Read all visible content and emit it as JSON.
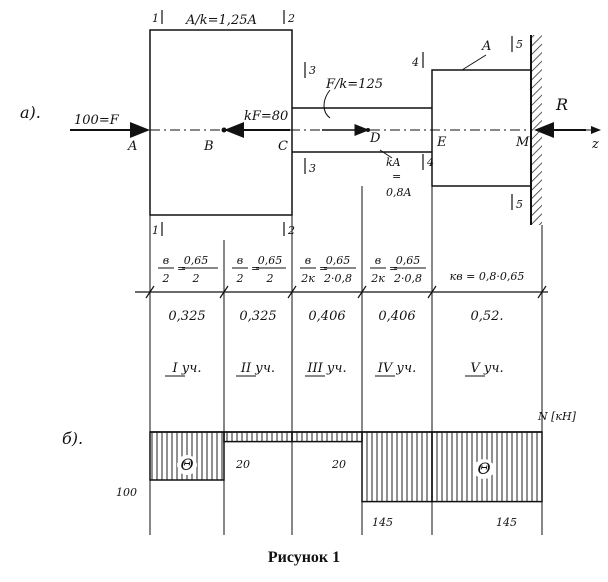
{
  "labels": {
    "part_a": "а).",
    "part_b": "б).",
    "F": "100=F",
    "kF": "kF=80",
    "R": "R",
    "z": "z",
    "A_over_k": "A/k=1,25A",
    "F_over_k": "F/k=125",
    "A_right": "A",
    "kA": "kA",
    "kA_eq": "=",
    "kA_value": "0,8A",
    "points": {
      "A": "A",
      "B": "B",
      "C": "C",
      "D": "D",
      "E": "E",
      "M": "M"
    },
    "sections": {
      "s1_top": "1",
      "s1_bot": "1",
      "s2_top": "2",
      "s2_bot": "2",
      "s3_top": "3",
      "s3_bot": "3",
      "s4_top": "4",
      "s4_bot": "4",
      "s5_top": "5",
      "s5_bot": "5"
    },
    "axis_N": "N [кН]"
  },
  "segments": [
    {
      "formula_num": "в",
      "formula_den": "2",
      "eq_num": "0,65",
      "eq_den": "2",
      "value": "0,325",
      "name": "I уч."
    },
    {
      "formula_num": "в",
      "formula_den": "2",
      "eq_num": "0,65",
      "eq_den": "2",
      "value": "0,325",
      "name": "II уч."
    },
    {
      "formula_num": "в",
      "formula_den": "2к",
      "eq_num": "0,65",
      "eq_den": "2·0,8",
      "value": "0,406",
      "name": "III уч."
    },
    {
      "formula_num": "в",
      "formula_den": "2к",
      "eq_num": "0,65",
      "eq_den": "2·0,8",
      "value": "0,406",
      "name": "IV уч."
    },
    {
      "formula_flat": "кв = 0,8·0,65",
      "value": "0,52.",
      "name": "V уч."
    }
  ],
  "epure": {
    "values": [
      {
        "segment": "I",
        "N": -100,
        "label": "100"
      },
      {
        "segment": "II",
        "N": -20,
        "label": "20"
      },
      {
        "segment": "III",
        "N": -20,
        "label": "20"
      },
      {
        "segment": "IV",
        "N": -145,
        "label": "145"
      },
      {
        "segment": "V",
        "N": -145,
        "label": "145"
      }
    ],
    "sign_labels": [
      "Θ",
      "Θ"
    ]
  },
  "caption": "Рисунок 1"
}
